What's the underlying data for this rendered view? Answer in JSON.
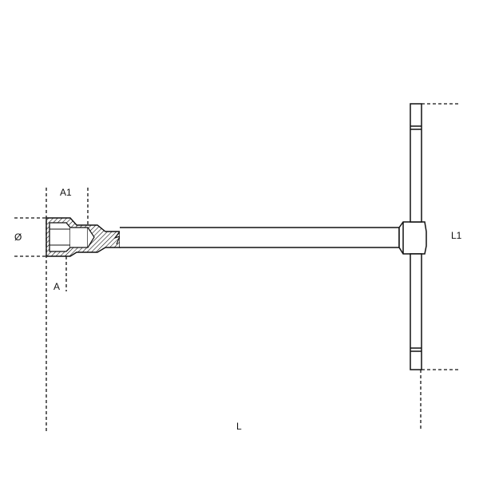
{
  "drawing": {
    "subject": "T-handle socket wrench",
    "line_color": "#111111",
    "background": "#ffffff"
  },
  "labels": {
    "diameter": "Ø",
    "a1": "A1",
    "a": "A",
    "l1": "L1",
    "l": "L"
  }
}
